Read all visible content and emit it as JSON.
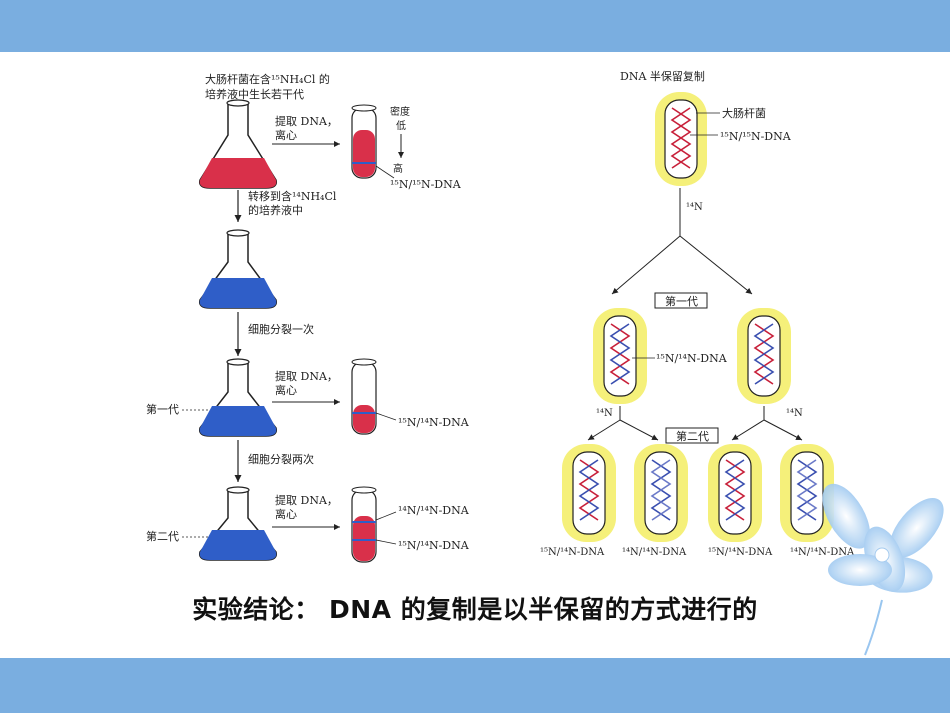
{
  "left": {
    "title_line1": "大肠杆菌在含¹⁵NH₄Cl 的",
    "title_line2": "培养液中生长若干代",
    "extract1_line1": "提取 DNA，",
    "extract1_line2": "离心",
    "density": "密度",
    "low": "低",
    "high": "高",
    "band1": "¹⁵N/¹⁵N-DNA",
    "transfer_line1": "转移到含¹⁴NH₄Cl",
    "transfer_line2": "的培养液中",
    "divide_once": "细胞分裂一次",
    "extract2_line1": "提取 DNA，",
    "extract2_line2": "离心",
    "gen1": "第一代",
    "band2": "¹⁵N/¹⁴N-DNA",
    "divide_twice": "细胞分裂两次",
    "extract3_line1": "提取 DNA，",
    "extract3_line2": "离心",
    "gen2": "第二代",
    "band3a": "¹⁴N/¹⁴N-DNA",
    "band3b": "¹⁵N/¹⁴N-DNA"
  },
  "right": {
    "title": "DNA 半保留复制",
    "ecoli": "大肠杆菌",
    "parent_label": "¹⁵N/¹⁵N-DNA",
    "n14_top": "¹⁴N",
    "gen1": "第一代",
    "gen1_label": "¹⁵N/¹⁴N-DNA",
    "n14_left": "¹⁴N",
    "n14_right": "¹⁴N",
    "gen2": "第二代",
    "gen2_labels": [
      "¹⁵N/¹⁴N-DNA",
      "¹⁴N/¹⁴N-DNA",
      "¹⁵N/¹⁴N-DNA",
      "¹⁴N/¹⁴N-DNA"
    ]
  },
  "conclusion": "实验结论： DNA 的复制是以半保留的方式进行的",
  "colors": {
    "band": "#7aaee0",
    "heavy_medium": "#d9304a",
    "light_medium": "#2f5ec8",
    "glow": "#f5f07a",
    "strand_red": "#c8203a",
    "strand_blue": "#3a4fb0"
  }
}
